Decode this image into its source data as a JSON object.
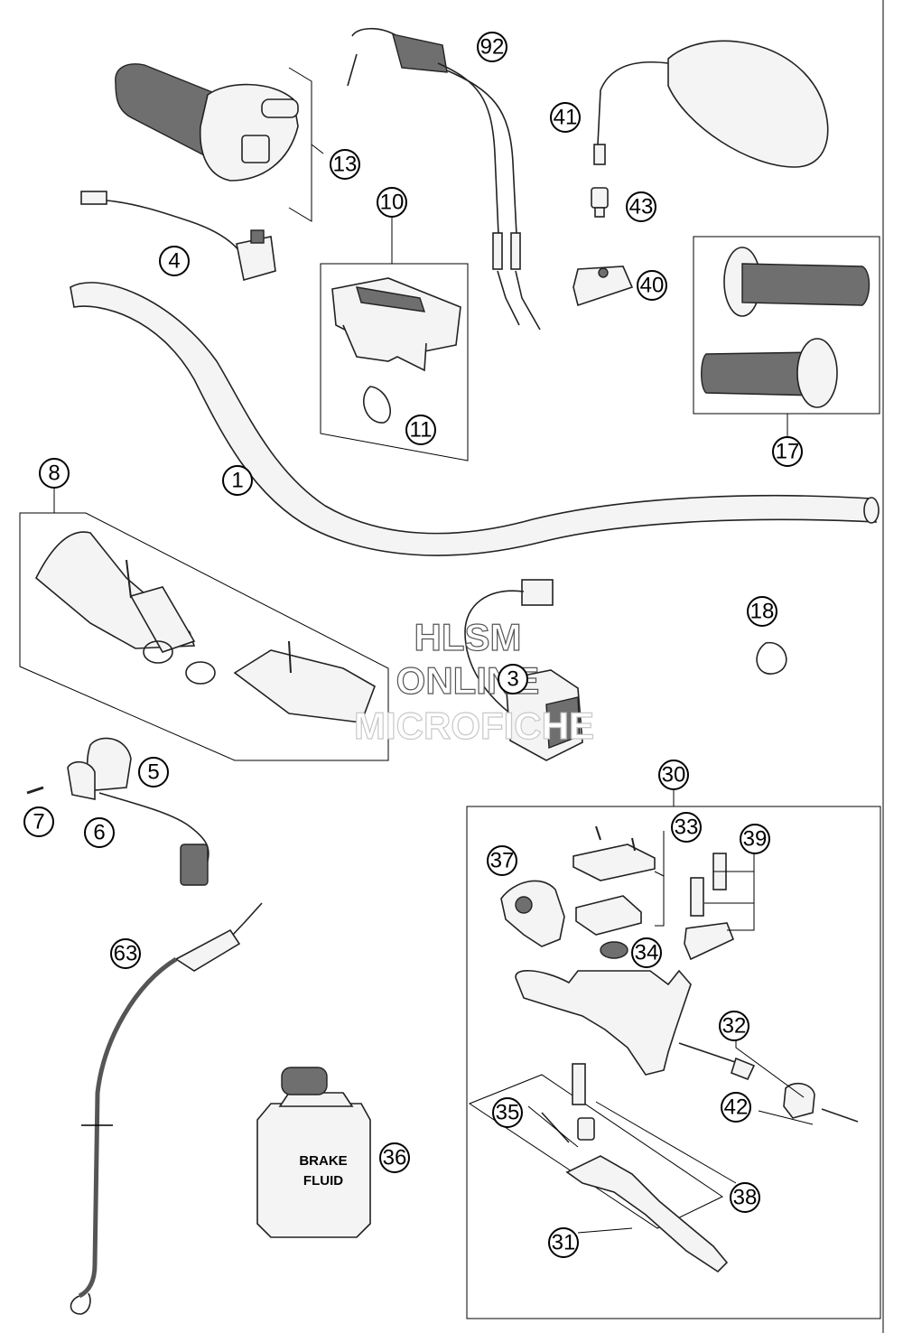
{
  "callouts": [
    "1",
    "3",
    "4",
    "5",
    "6",
    "7",
    "8",
    "10",
    "11",
    "13",
    "17",
    "18",
    "30",
    "31",
    "32",
    "33",
    "34",
    "35",
    "36",
    "37",
    "38",
    "39",
    "40",
    "41",
    "42",
    "43",
    "63",
    "92"
  ],
  "watermark": {
    "line1": "HLSM",
    "line2": "ONLINE",
    "line3": "MICROFICHE"
  },
  "bottle_label": {
    "line1": "BRAKE",
    "line2": "FLUID"
  }
}
